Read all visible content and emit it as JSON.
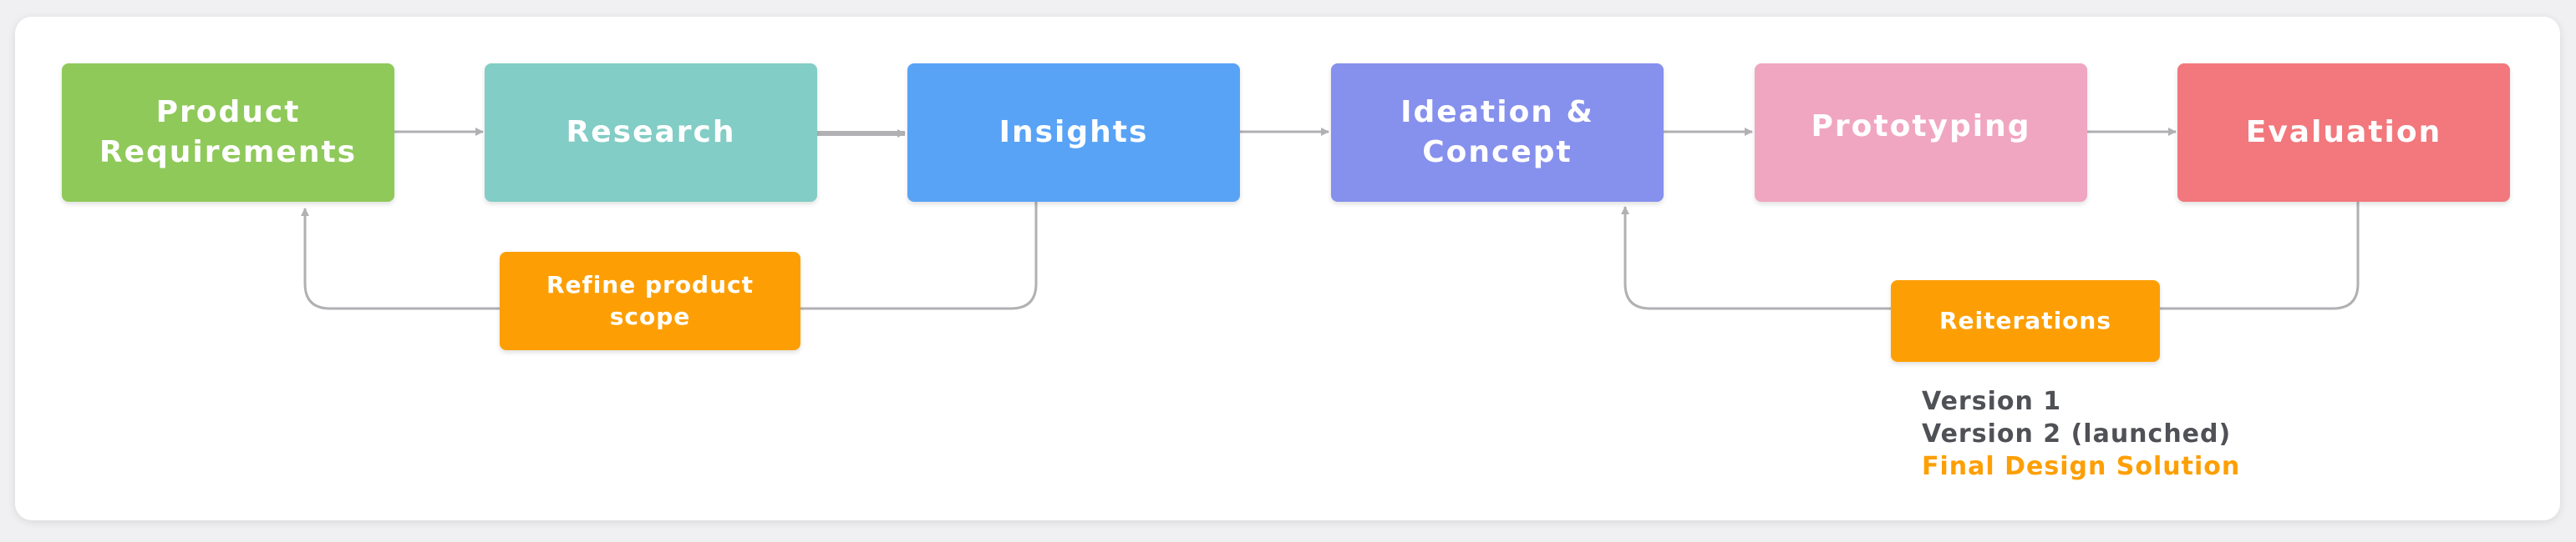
{
  "steps": [
    {
      "id": "product-requirements",
      "label": "Product\nRequirements",
      "color": "#8fc95a"
    },
    {
      "id": "research",
      "label": "Research",
      "color": "#82cdc5"
    },
    {
      "id": "insights",
      "label": "Insights",
      "color": "#58a3f6"
    },
    {
      "id": "ideation-concept",
      "label": "Ideation &\nConcept",
      "color": "#8690ed"
    },
    {
      "id": "prototyping",
      "label": "Prototyping",
      "color": "#f0a6c0"
    },
    {
      "id": "evaluation",
      "label": "Evaluation",
      "color": "#f2787d"
    }
  ],
  "loops": {
    "refine": {
      "label": "Refine product\nscope",
      "color": "#fd9f04"
    },
    "reiterations": {
      "label": "Reiterations",
      "color": "#fd9f04"
    }
  },
  "versions": {
    "v1": "Version 1",
    "v2": "Version 2 (launched)",
    "final": "Final Design Solution"
  },
  "colors": {
    "connector": "#b1b1b4",
    "text_dark": "#4f5156",
    "accent": "#fd9f04"
  }
}
